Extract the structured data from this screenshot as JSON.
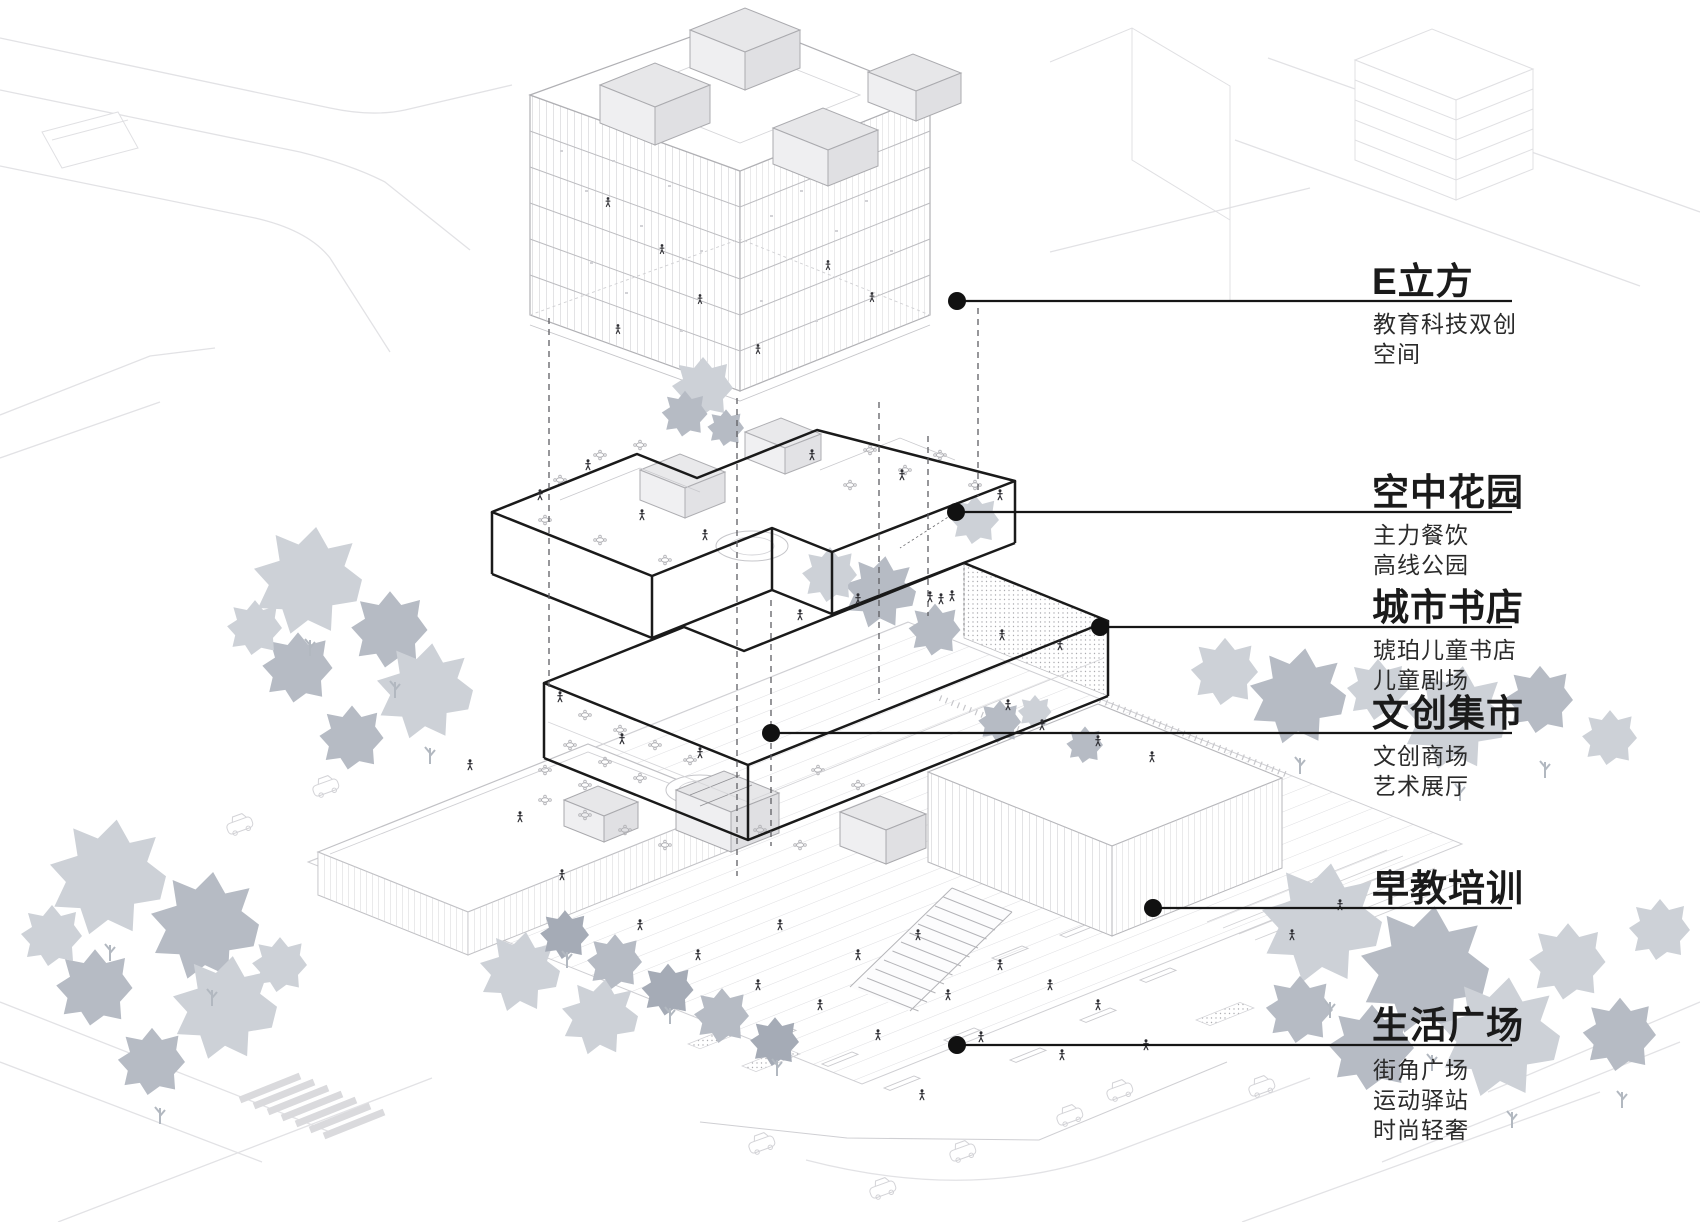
{
  "page": {
    "kind": "exploded axonometric architectural program diagram",
    "background": "#ffffff"
  },
  "labels": [
    {
      "id": "e-cube",
      "title": "E立方",
      "subtitles": [
        "教育科技双创",
        "空间"
      ]
    },
    {
      "id": "sky-garden",
      "title": "空中花园",
      "subtitles": [
        "主力餐饮",
        "高线公园"
      ]
    },
    {
      "id": "city-bookstore",
      "title": "城市书店",
      "subtitles": [
        "琥珀儿童书店",
        "儿童剧场"
      ]
    },
    {
      "id": "cultural-market",
      "title": "文创集市",
      "subtitles": [
        "文创商场",
        "艺术展厅"
      ]
    },
    {
      "id": "early-education",
      "title": "早教培训",
      "subtitles": []
    },
    {
      "id": "life-plaza",
      "title": "生活广场",
      "subtitles": [
        "街角广场",
        "运动驿站",
        "时尚轻奢"
      ]
    }
  ],
  "colors": {
    "label_text": "#1a1a1a",
    "leader_line": "#161616",
    "volume_outline": "#1a1a1a",
    "linework_light": "#c7c7cb",
    "linework_mid": "#b0b0b4",
    "tree_light": "#cdd1d7",
    "tree_mid": "#b6bbc4",
    "tree_dark": "#a5abb6",
    "box_fill": "#e7e7e9",
    "people": "#2e2e33",
    "background": "#ffffff"
  }
}
